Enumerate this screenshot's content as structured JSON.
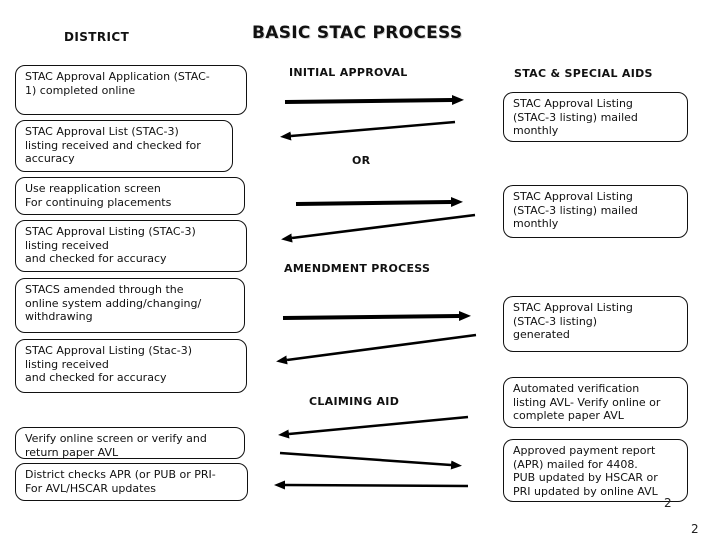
{
  "title": "BASIC STAC PROCESS",
  "headers": {
    "district": "DISTRICT",
    "stac_special_aids": "STAC & SPECIAL AIDS"
  },
  "labels": {
    "initial_approval": "INITIAL APPROVAL",
    "or": "OR",
    "amendment_process": "AMENDMENT PROCESS",
    "claiming_aid": "CLAIMING AID"
  },
  "district_boxes": [
    {
      "text": "STAC Approval Application (STAC-\n1) completed online"
    },
    {
      "text": "STAC Approval List (STAC-3)\nlisting received and checked for\naccuracy"
    },
    {
      "text": "Use reapplication screen\nFor continuing placements"
    },
    {
      "text": "STAC Approval Listing (STAC-3)\nlisting received\nand checked for accuracy"
    },
    {
      "text": "STACS amended through the\nonline system adding/changing/\nwithdrawing"
    },
    {
      "text": "STAC Approval Listing (Stac-3)\nlisting received\nand checked for accuracy"
    },
    {
      "text": "Verify online screen or verify and\nreturn paper AVL"
    },
    {
      "text": "District checks APR (or PUB or PRI-\nFor AVL/HSCAR updates"
    }
  ],
  "stac_boxes": [
    {
      "text": "STAC Approval Listing\n(STAC-3  listing) mailed\nmonthly"
    },
    {
      "text": "STAC Approval Listing\n(STAC-3  listing) mailed\nmonthly"
    },
    {
      "text": "STAC Approval Listing\n(STAC-3  listing)\ngenerated"
    },
    {
      "text": "Automated verification\nlisting AVL- Verify online or\ncomplete paper AVL"
    },
    {
      "text": "Approved payment report\n(APR) mailed for 4408.\nPUB updated by HSCAR or\nPRI updated by online AVL"
    }
  ],
  "page": {
    "inner_number": "2",
    "number": "2"
  },
  "colors": {
    "background": "#ffffff",
    "box_border": "#111111",
    "arrow": "#000000",
    "text": "#111111"
  }
}
